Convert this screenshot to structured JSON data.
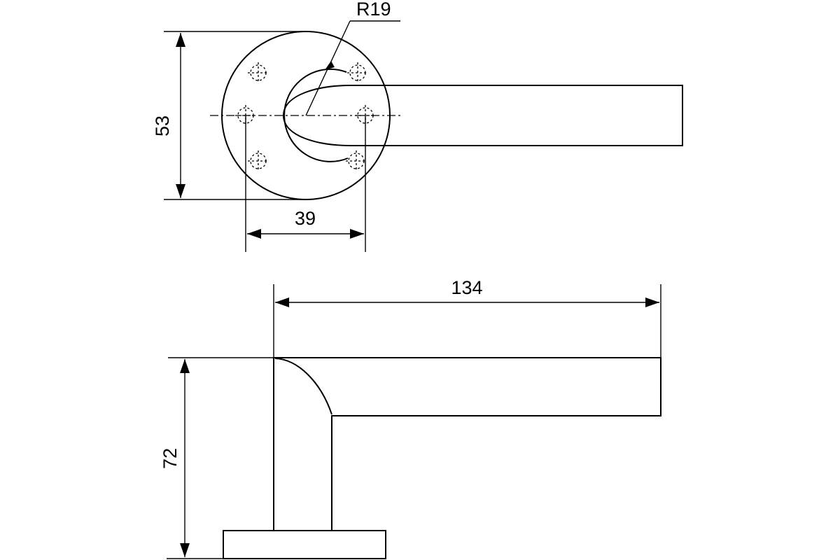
{
  "drawing": {
    "dimensions": {
      "radius": "R19",
      "rosette_height": "53",
      "hole_spacing": "39",
      "handle_length": "134",
      "total_height": "72"
    }
  }
}
